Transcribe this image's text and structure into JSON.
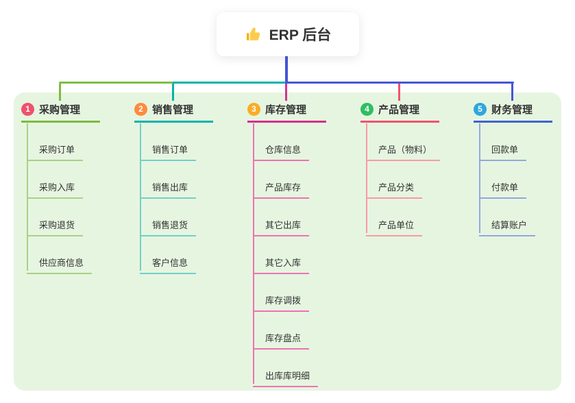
{
  "root": {
    "label": "ERP 后台",
    "icon": "thumbs-up-icon"
  },
  "branches": [
    {
      "index": "1",
      "label": "采购管理",
      "badge_color": "#F0506E",
      "line_color": "#7CBB41",
      "child_line_color": "#A9D185",
      "drop_color": "#7CBB41",
      "children": [
        "采购订单",
        "采购入库",
        "采购退货",
        "供应商信息"
      ]
    },
    {
      "index": "2",
      "label": "销售管理",
      "badge_color": "#FF8A3D",
      "line_color": "#00B3AA",
      "child_line_color": "#72CFC8",
      "drop_color": "#00B3AA",
      "children": [
        "销售订单",
        "销售出库",
        "销售退货",
        "客户信息"
      ]
    },
    {
      "index": "3",
      "label": "库存管理",
      "badge_color": "#FBAC26",
      "line_color": "#D2318D",
      "child_line_color": "#EE72B2",
      "drop_color": "#D2348F",
      "children": [
        "仓库信息",
        "产品库存",
        "其它出库",
        "其它入库",
        "库存调拨",
        "库存盘点",
        "出库库明细"
      ]
    },
    {
      "index": "4",
      "label": "产品管理",
      "badge_color": "#2FBE63",
      "line_color": "#F2526B",
      "child_line_color": "#F999A6",
      "drop_color": "#F2526B",
      "children": [
        "产品（物料）",
        "产品分类",
        "产品单位"
      ]
    },
    {
      "index": "5",
      "label": "财务管理",
      "badge_color": "#2EA7DE",
      "line_color": "#3E62D2",
      "child_line_color": "#92A8DD",
      "drop_color": "#4356D8",
      "children": [
        "回款单",
        "付款单",
        "结算账户"
      ]
    }
  ],
  "colors": {
    "connector_root": "#4356D8",
    "connector_green": "#7FBE45",
    "connector_teal": "#00B5AC",
    "connector_blue": "#4356D8",
    "panel_bg": "#E6F5E0",
    "node_bg": "#FFFFFF",
    "text": "#333333"
  }
}
